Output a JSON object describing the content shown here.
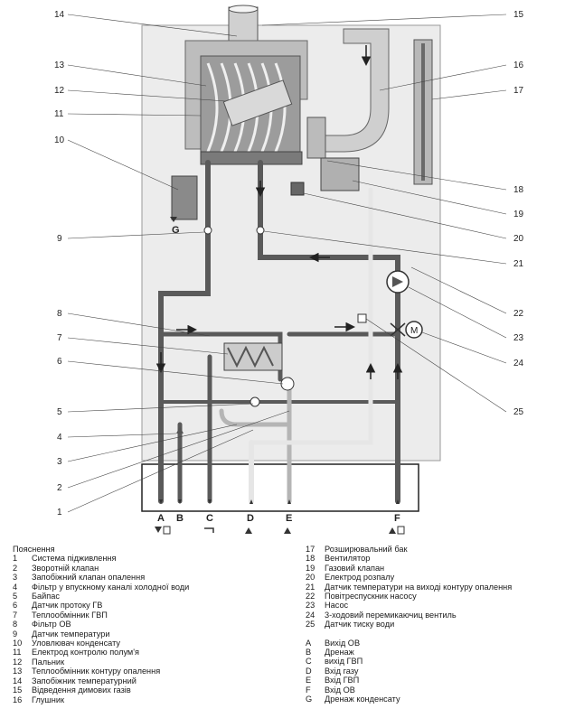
{
  "callouts_left": [
    "14",
    "13",
    "12",
    "11",
    "10",
    "9",
    "8",
    "7",
    "6",
    "5",
    "4",
    "3",
    "2",
    "1"
  ],
  "callouts_right": [
    "15",
    "16",
    "17",
    "18",
    "19",
    "20",
    "21",
    "22",
    "23",
    "24",
    "25"
  ],
  "ports": [
    "A",
    "B",
    "C",
    "D",
    "E",
    "F",
    "G"
  ],
  "legend": {
    "title": "Пояснення",
    "left": [
      {
        "key": "1",
        "text": "Система підживлення"
      },
      {
        "key": "2",
        "text": "Зворотній клапан"
      },
      {
        "key": "3",
        "text": "Запобіжний клапан опалення"
      },
      {
        "key": "4",
        "text": "Фільтр у впускному каналі холодної води"
      },
      {
        "key": "5",
        "text": "Байпас"
      },
      {
        "key": "6",
        "text": "Датчик протоку ГВ"
      },
      {
        "key": "7",
        "text": "Теплообмінник ГВП"
      },
      {
        "key": "8",
        "text": "Фільтр ОВ"
      },
      {
        "key": "9",
        "text": "Датчик температури"
      },
      {
        "key": "10",
        "text": "Уловлювач конденсату"
      },
      {
        "key": "11",
        "text": "Електрод контролю полум'я"
      },
      {
        "key": "12",
        "text": "Пальник"
      },
      {
        "key": "13",
        "text": "Теплообмінник контуру опалення"
      },
      {
        "key": "14",
        "text": "Запобіжник температурний"
      },
      {
        "key": "15",
        "text": "Відведення димових газів"
      },
      {
        "key": "16",
        "text": "Глушник"
      }
    ],
    "right_top": [
      {
        "key": "17",
        "text": "Розширювальний бак"
      },
      {
        "key": "18",
        "text": "Вентилятор"
      },
      {
        "key": "19",
        "text": "Газовий клапан"
      },
      {
        "key": "20",
        "text": "Електрод розпалу"
      },
      {
        "key": "21",
        "text": "Датчик температури на виході контуру опалення"
      },
      {
        "key": "22",
        "text": "Повітреспускник насосу"
      },
      {
        "key": "23",
        "text": "Насос"
      },
      {
        "key": "24",
        "text": "3-ходовий перемикаючиц вентиль"
      },
      {
        "key": "25",
        "text": " Датчик тиску води"
      }
    ],
    "right_bottom": [
      {
        "key": "A",
        "text": "Вихід ОВ"
      },
      {
        "key": "B",
        "text": "Дренаж"
      },
      {
        "key": "C",
        "text": "вихід ГВП"
      },
      {
        "key": "D",
        "text": "Вхід газу"
      },
      {
        "key": "E",
        "text": "Вхід ГВП"
      },
      {
        "key": "F",
        "text": "Вхід ОВ"
      },
      {
        "key": "G",
        "text": "Дренаж конденсату"
      }
    ]
  },
  "colors": {
    "casing": "#ececec",
    "pipe_dark": "#5a5a5a",
    "pipe_light": "#b5b5b5",
    "line": "#333333"
  }
}
